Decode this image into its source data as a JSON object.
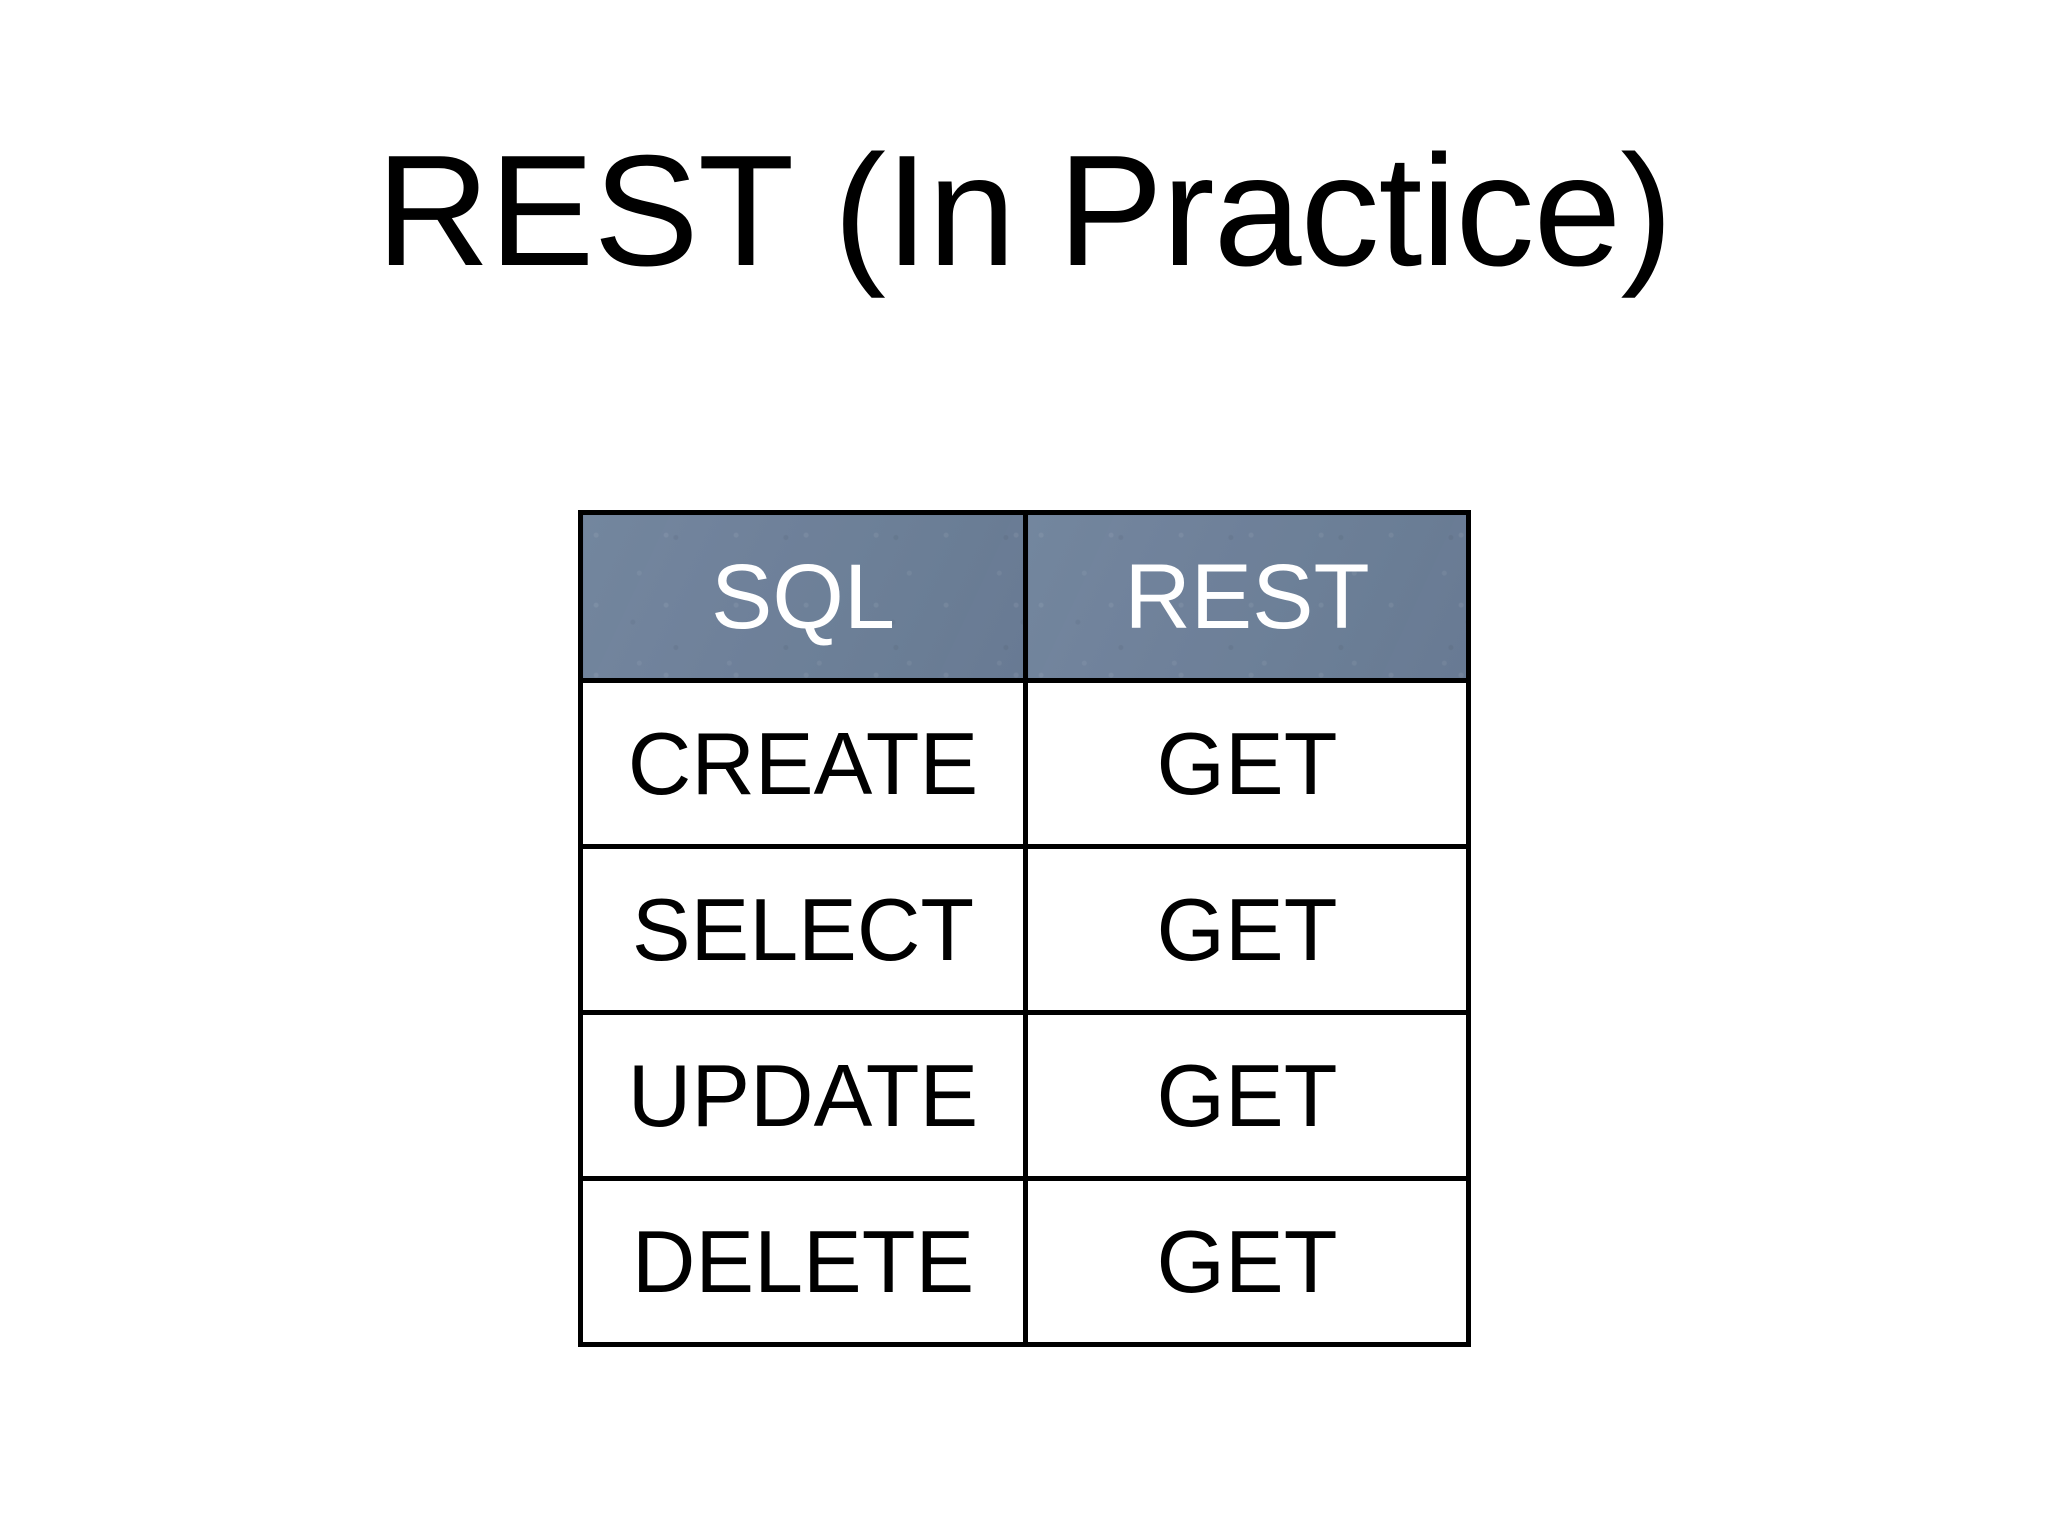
{
  "slide": {
    "title": "REST (In Practice)",
    "background_color": "#ffffff",
    "title_color": "#000000"
  },
  "table": {
    "header_background_color": "#6c7f99",
    "header_text_color": "#ffffff",
    "body_background_color": "#ffffff",
    "body_text_color": "#000000",
    "border_color": "#000000",
    "columns": [
      {
        "key": "sql",
        "label": "SQL"
      },
      {
        "key": "rest",
        "label": "REST"
      }
    ],
    "rows": [
      {
        "sql": "CREATE",
        "rest": "GET"
      },
      {
        "sql": "SELECT",
        "rest": "GET"
      },
      {
        "sql": "UPDATE",
        "rest": "GET"
      },
      {
        "sql": "DELETE",
        "rest": "GET"
      }
    ]
  }
}
